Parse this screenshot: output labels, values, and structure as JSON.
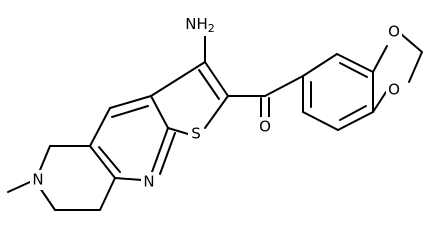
{
  "molecule": {
    "labels": {
      "amine": "NH2",
      "amine_base": "NH",
      "amine_sub": "2",
      "sulfur": "S",
      "pyridine_n": "N",
      "ring_n": "N",
      "carbonyl_o": "O",
      "dioxole_o_top": "O",
      "dioxole_o_bottom": "O"
    }
  }
}
